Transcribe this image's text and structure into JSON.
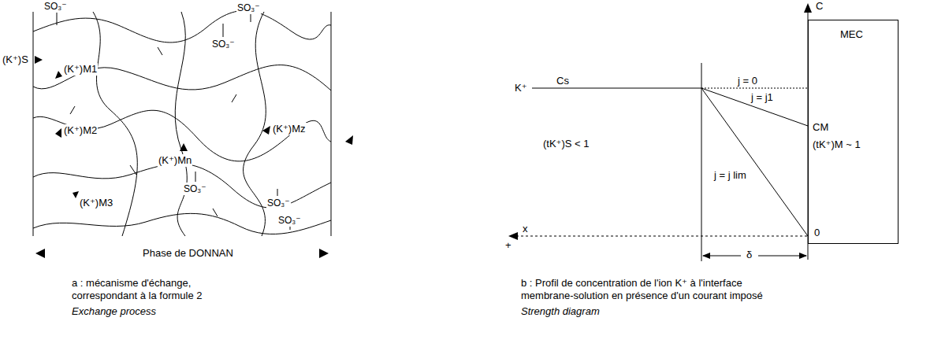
{
  "diagram": {
    "nodes": [
      {
        "text": [
          "MEC",
          "CM",
          "(tK⁺)M ~ 1",
          "0"
        ]
      }
    ],
    "labels": [
      "SO₃⁻",
      "SO₃⁻",
      "SO₃⁻",
      "SO₃⁻",
      "SO₃⁻",
      "SO₃⁻",
      "(K⁺)S",
      "(K⁺)M1",
      "(K⁺)M2",
      "(K⁺)Mn",
      "(K⁺)Mz",
      "(K⁺)M3",
      "Phase de DONNAN",
      "a : mécanisme d'échange, correspondant à la formule 2",
      "Exchange process",
      "C",
      "K⁺",
      "Cs",
      "j = 0",
      "j = j1",
      "j = j lim",
      "(tK⁺)S < 1",
      "+",
      "x",
      "δ",
      "b : Profil de concentration de l'ion K⁺ à l'interface membrane-solution en présence d'un courant imposé",
      "Strength diagram"
    ]
  }
}
